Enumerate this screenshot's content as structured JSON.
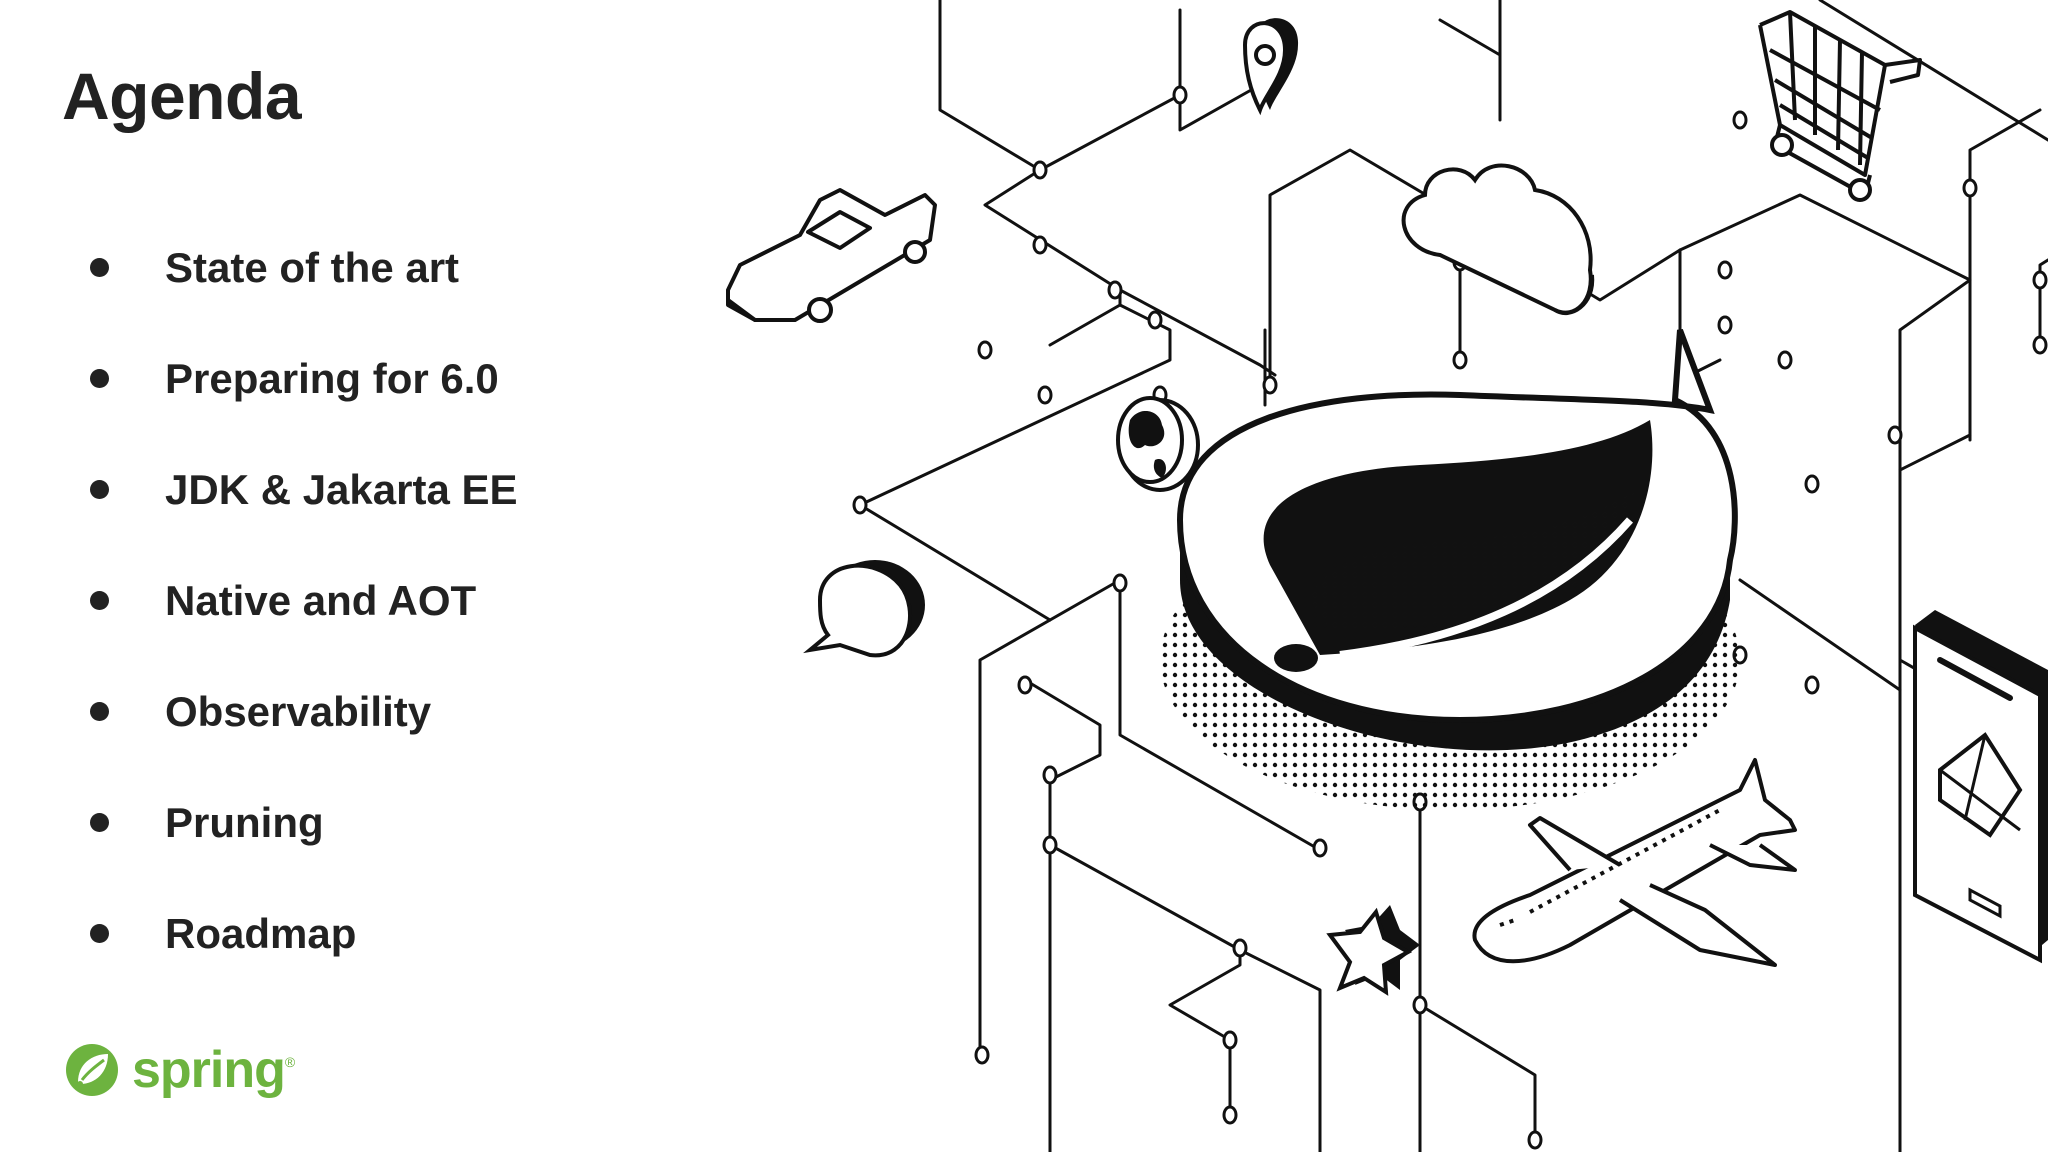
{
  "slide": {
    "title": "Agenda",
    "items": [
      "State of the art",
      "Preparing for 6.0",
      "JDK & Jakarta EE",
      "Native and AOT",
      "Observability",
      "Pruning",
      "Roadmap"
    ]
  },
  "logo": {
    "text": "spring",
    "mark": "®",
    "icon": "spring-leaf-icon",
    "color": "#6db33f"
  },
  "illustration": {
    "icons": [
      "car-icon",
      "map-pin-icon",
      "shopping-cart-icon",
      "cloud-icon",
      "globe-icon",
      "chat-bubble-icon",
      "spring-leaf-icon",
      "airplane-icon",
      "star-icon",
      "smartphone-icon"
    ],
    "line_color": "#111111"
  }
}
